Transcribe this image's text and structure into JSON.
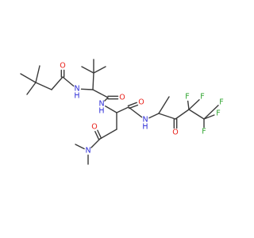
{
  "colors": {
    "bond": "#3a3a3a",
    "carbon": "#3a3a3a",
    "O": "#e8201a",
    "N": "#2a2ad6",
    "F": "#2fa42f",
    "background": "#ffffff"
  },
  "atoms": [
    {
      "id": "c_tb1_q",
      "el": "C"
    },
    {
      "id": "c_tb1_m1",
      "el": "C"
    },
    {
      "id": "c_tb1_m2",
      "el": "C"
    },
    {
      "id": "c_tb1_m3",
      "el": "C"
    },
    {
      "id": "c_ch2a",
      "el": "C"
    },
    {
      "id": "c_co1",
      "el": "C"
    },
    {
      "id": "o1",
      "el": "O",
      "label": "O"
    },
    {
      "id": "n1",
      "el": "N",
      "label": "N",
      "h": "H"
    },
    {
      "id": "c_alpha1",
      "el": "C"
    },
    {
      "id": "c_tb2_q",
      "el": "C"
    },
    {
      "id": "c_tb2_m1",
      "el": "C"
    },
    {
      "id": "c_tb2_m2",
      "el": "C"
    },
    {
      "id": "c_tb2_m3",
      "el": "C"
    },
    {
      "id": "c_co2",
      "el": "C"
    },
    {
      "id": "o2",
      "el": "O",
      "label": "O"
    },
    {
      "id": "n2",
      "el": "N",
      "label": "N",
      "h": "H"
    },
    {
      "id": "c_alpha2",
      "el": "C"
    },
    {
      "id": "c_co3",
      "el": "C"
    },
    {
      "id": "o3",
      "el": "O",
      "label": "O"
    },
    {
      "id": "n3",
      "el": "N",
      "label": "N",
      "h": "H"
    },
    {
      "id": "c_ch",
      "el": "C"
    },
    {
      "id": "c_me",
      "el": "C"
    },
    {
      "id": "c_ket",
      "el": "C"
    },
    {
      "id": "o5",
      "el": "O",
      "label": "O"
    },
    {
      "id": "c_cf2",
      "el": "C"
    },
    {
      "id": "f1",
      "el": "F",
      "label": "F"
    },
    {
      "id": "f2",
      "el": "F",
      "label": "F"
    },
    {
      "id": "c_cf3",
      "el": "C"
    },
    {
      "id": "f3",
      "el": "F",
      "label": "F"
    },
    {
      "id": "f4",
      "el": "F",
      "label": "F"
    },
    {
      "id": "f5",
      "el": "F",
      "label": "F"
    },
    {
      "id": "c_ch2b",
      "el": "C"
    },
    {
      "id": "c_co4",
      "el": "C"
    },
    {
      "id": "o4",
      "el": "O",
      "label": "O"
    },
    {
      "id": "n4",
      "el": "N",
      "label": "N"
    },
    {
      "id": "c_nme1",
      "el": "C"
    },
    {
      "id": "c_nme2",
      "el": "C"
    }
  ],
  "bonds": [
    {
      "a": "c_tb1_q",
      "b": "c_tb1_m1",
      "order": 1
    },
    {
      "a": "c_tb1_q",
      "b": "c_tb1_m2",
      "order": 1
    },
    {
      "a": "c_tb1_q",
      "b": "c_tb1_m3",
      "order": 1
    },
    {
      "a": "c_tb1_q",
      "b": "c_ch2a",
      "order": 1
    },
    {
      "a": "c_ch2a",
      "b": "c_co1",
      "order": 1
    },
    {
      "a": "c_co1",
      "b": "o1",
      "order": 2
    },
    {
      "a": "c_co1",
      "b": "n1",
      "order": 1
    },
    {
      "a": "n1",
      "b": "c_alpha1",
      "order": 1
    },
    {
      "a": "c_alpha1",
      "b": "c_tb2_q",
      "order": 1
    },
    {
      "a": "c_tb2_q",
      "b": "c_tb2_m1",
      "order": 1
    },
    {
      "a": "c_tb2_q",
      "b": "c_tb2_m2",
      "order": 1
    },
    {
      "a": "c_tb2_q",
      "b": "c_tb2_m3",
      "order": 1
    },
    {
      "a": "c_alpha1",
      "b": "c_co2",
      "order": 1
    },
    {
      "a": "c_co2",
      "b": "o2",
      "order": 2
    },
    {
      "a": "c_co2",
      "b": "n2",
      "order": 1
    },
    {
      "a": "n2",
      "b": "c_alpha2",
      "order": 1
    },
    {
      "a": "c_alpha2",
      "b": "c_co3",
      "order": 1
    },
    {
      "a": "c_co3",
      "b": "o3",
      "order": 2
    },
    {
      "a": "c_co3",
      "b": "n3",
      "order": 1
    },
    {
      "a": "n3",
      "b": "c_ch",
      "order": 1
    },
    {
      "a": "c_ch",
      "b": "c_me",
      "order": 1
    },
    {
      "a": "c_ch",
      "b": "c_ket",
      "order": 1
    },
    {
      "a": "c_ket",
      "b": "o5",
      "order": 2
    },
    {
      "a": "c_ket",
      "b": "c_cf2",
      "order": 1
    },
    {
      "a": "c_cf2",
      "b": "f1",
      "order": 1
    },
    {
      "a": "c_cf2",
      "b": "f2",
      "order": 1
    },
    {
      "a": "c_cf2",
      "b": "c_cf3",
      "order": 1
    },
    {
      "a": "c_cf3",
      "b": "f3",
      "order": 1
    },
    {
      "a": "c_cf3",
      "b": "f4",
      "order": 1
    },
    {
      "a": "c_cf3",
      "b": "f5",
      "order": 1
    },
    {
      "a": "c_alpha2",
      "b": "c_ch2b",
      "order": 1
    },
    {
      "a": "c_ch2b",
      "b": "c_co4",
      "order": 1
    },
    {
      "a": "c_co4",
      "b": "o4",
      "order": 2
    },
    {
      "a": "c_co4",
      "b": "n4",
      "order": 1
    },
    {
      "a": "n4",
      "b": "c_nme1",
      "order": 1
    },
    {
      "a": "n4",
      "b": "c_nme2",
      "order": 1
    }
  ]
}
